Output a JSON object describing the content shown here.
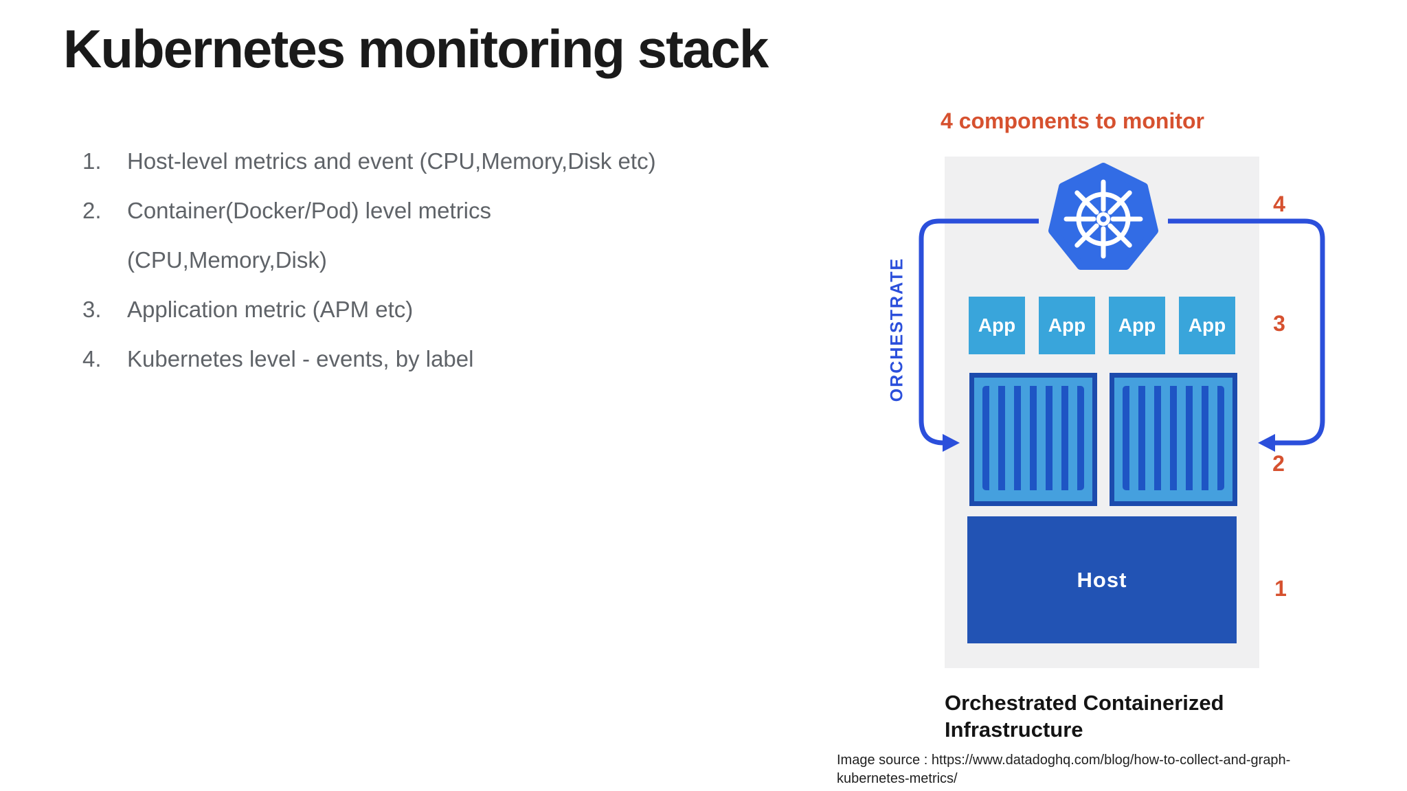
{
  "slide": {
    "title": "Kubernetes monitoring stack"
  },
  "list": {
    "items": [
      {
        "number": "1.",
        "lines": [
          "Host-level metrics and event (CPU,Memory,Disk etc)"
        ]
      },
      {
        "number": "2.",
        "lines": [
          "Container(Docker/Pod) level metrics",
          "(CPU,Memory,Disk)"
        ]
      },
      {
        "number": "3.",
        "lines": [
          "Application metric (APM etc)"
        ]
      },
      {
        "number": "4.",
        "lines": [
          "Kubernetes level - events, by label"
        ]
      }
    ]
  },
  "diagram": {
    "heading": "4 components to monitor",
    "orchestrate_label": "ORCHESTRATE",
    "kubernetes_logo": "kubernetes-helm-wheel-icon",
    "app_boxes": [
      "App",
      "App",
      "App",
      "App"
    ],
    "host_label": "Host",
    "levels": [
      {
        "num": "4",
        "target": "kubernetes"
      },
      {
        "num": "3",
        "target": "applications"
      },
      {
        "num": "2",
        "target": "containers"
      },
      {
        "num": "1",
        "target": "host"
      }
    ],
    "caption_line1": "Orchestrated Containerized",
    "caption_line2": "Infrastructure"
  },
  "source": {
    "line1": "Image source : https://www.datadoghq.com/blog/how-to-collect-and-graph-",
    "line2": "kubernetes-metrics/"
  },
  "colors": {
    "orange": "#d6512f",
    "bracket-blue": "#2b4fdb",
    "k8s-blue": "#326ce5",
    "app-blue": "#39a5db",
    "container-fill": "#45a0de",
    "container-border": "#1c4bad",
    "stripe-blue": "#1e55c4",
    "host-blue": "#2253b4",
    "panel-gray": "#f0f0f1",
    "text-gray": "#5f6368",
    "ink": "#1a1a1a"
  }
}
